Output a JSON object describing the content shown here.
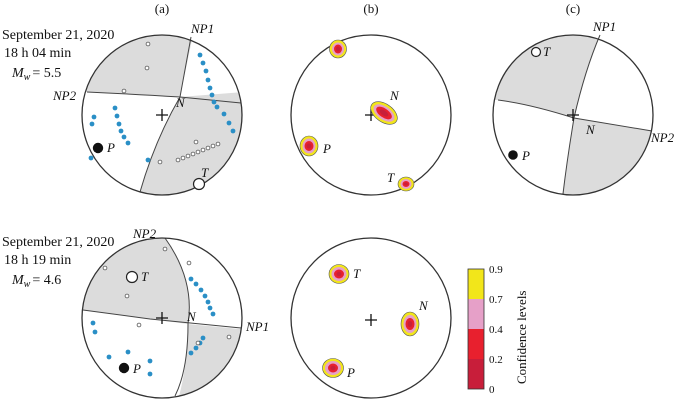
{
  "panel_labels": [
    "(a)",
    "(b)",
    "(c)"
  ],
  "events": [
    {
      "date": "September 21, 2020",
      "time": "18 h 04 min",
      "mag_symbol": "M",
      "mag_sub": "w",
      "mag_eq": "= 5.5",
      "mag_value": 5.5,
      "labels": {
        "np1": "NP1",
        "np2": "NP2",
        "n": "N",
        "p": "P",
        "t": "T"
      }
    },
    {
      "date": "September 21, 2020",
      "time": "18 h 19 min",
      "mag_symbol": "M",
      "mag_sub": "w",
      "mag_eq": "= 4.6",
      "mag_value": 4.6,
      "labels": {
        "np1": "NP1",
        "np2": "NP2",
        "n": "N",
        "p": "P",
        "t": "T"
      }
    }
  ],
  "confidence": {
    "title": "Confidence levels",
    "ticks": [
      "0.9",
      "0.7",
      "0.4",
      "0.2",
      "0"
    ],
    "bands": [
      {
        "from": 0.7,
        "to": 0.9,
        "color": "#f2e61a"
      },
      {
        "from": 0.4,
        "to": 0.7,
        "color": "#e6a0c8"
      },
      {
        "from": 0.2,
        "to": 0.4,
        "color": "#e8202e"
      },
      {
        "from": 0.0,
        "to": 0.2,
        "color": "#c81e3a"
      }
    ]
  },
  "colors": {
    "compression_fill": "#dcdcdc",
    "station": "#2a8fc6",
    "outline": "#333333"
  }
}
